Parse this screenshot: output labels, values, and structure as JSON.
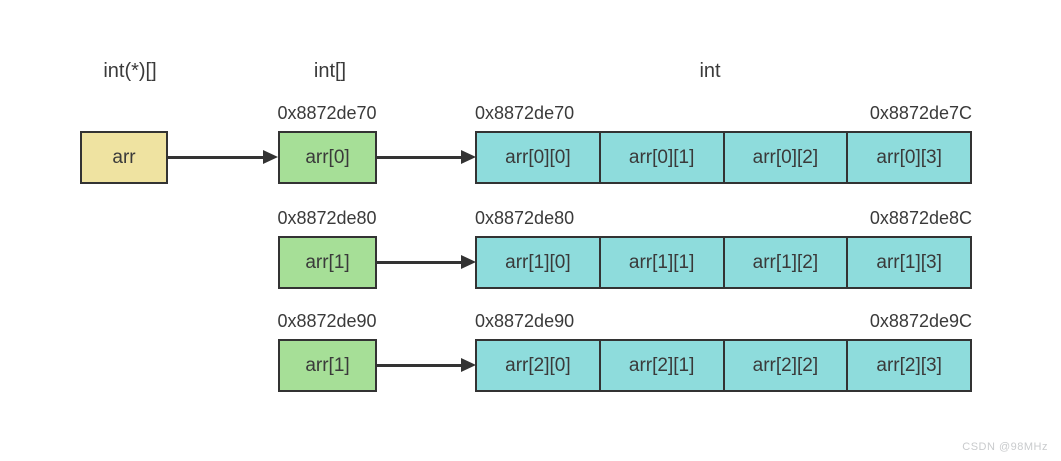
{
  "type_labels": {
    "pointer": "int(*)[]",
    "row_pointer": "int[]",
    "element": "int"
  },
  "pointer_box": {
    "label": "arr"
  },
  "rows": [
    {
      "pointer_label": "arr[0]",
      "pointer_address": "0x8872de70",
      "row_start_address": "0x8872de70",
      "row_end_address": "0x8872de7C",
      "cells": [
        "arr[0][0]",
        "arr[0][1]",
        "arr[0][2]",
        "arr[0][3]"
      ]
    },
    {
      "pointer_label": "arr[1]",
      "pointer_address": "0x8872de80",
      "row_start_address": "0x8872de80",
      "row_end_address": "0x8872de8C",
      "cells": [
        "arr[1][0]",
        "arr[1][1]",
        "arr[1][2]",
        "arr[1][3]"
      ]
    },
    {
      "pointer_label": "arr[1]",
      "pointer_address": "0x8872de90",
      "row_start_address": "0x8872de90",
      "row_end_address": "0x8872de9C",
      "cells": [
        "arr[2][0]",
        "arr[2][1]",
        "arr[2][2]",
        "arr[2][3]"
      ]
    }
  ],
  "colors": {
    "pointer_box": "#EFE3A1",
    "row_pointer_box": "#A6DF97",
    "cell_box": "#8EDCDC",
    "border": "#333333",
    "text": "#3A3A3A"
  },
  "watermark": "CSDN @98MHz"
}
